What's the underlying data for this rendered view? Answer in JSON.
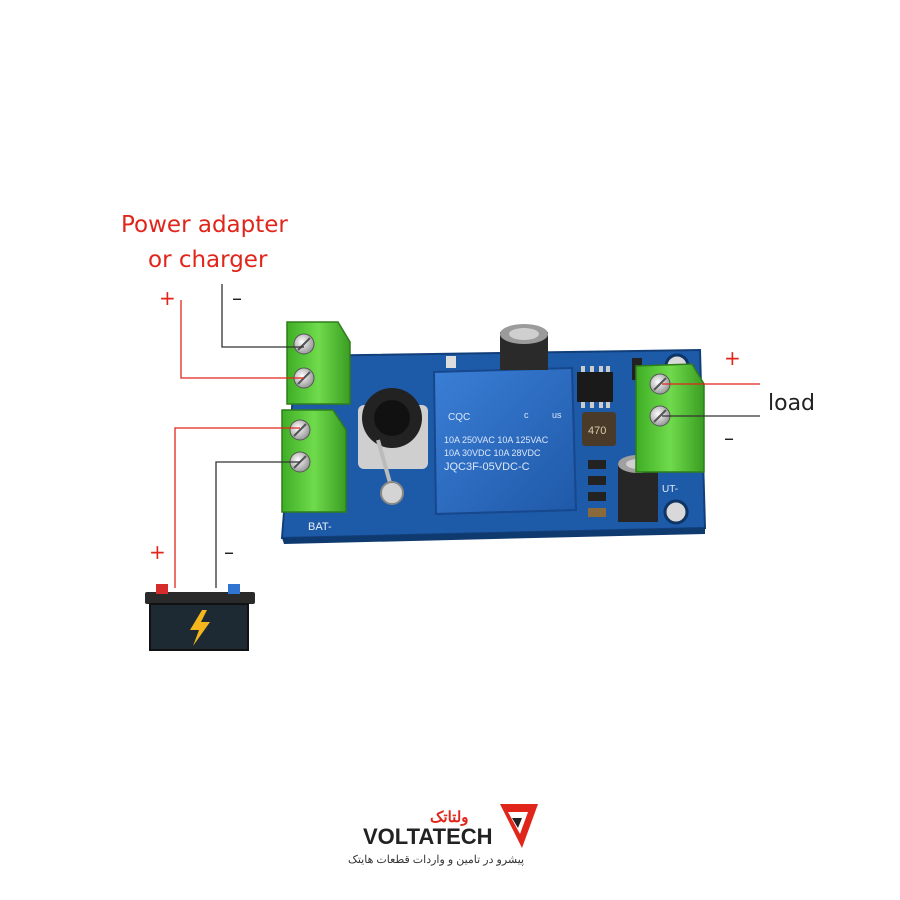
{
  "labels": {
    "power_line1": "Power adapter",
    "power_line2": "or charger",
    "power_plus": "+",
    "power_minus": "–",
    "load": "load",
    "load_plus": "+",
    "load_minus": "–",
    "battery_plus": "+",
    "battery_minus": "–"
  },
  "board": {
    "bat_label": "BAT-",
    "out_label": "UT-",
    "relay_line1": "10A 250VAC 10A 125VAC",
    "relay_line2": "10A  30VDC  10A  28VDC",
    "relay_model": "JQC3F-05VDC-C",
    "relay_cert1": "CQC",
    "relay_cert2": "c",
    "relay_cert3": "us",
    "inductor_mark": "470"
  },
  "brand": {
    "name": "VOLTATECH",
    "persian_name": "ولتاتک",
    "tagline": "پیشرو در تامین و واردات قطعات هایتک"
  },
  "colors": {
    "wire_red": "#e0261b",
    "wire_dark": "#333333",
    "pcb_blue": "#1d5aa8",
    "terminal_green": "#58c73a",
    "relay_blue": "#2f6fc4",
    "brand_red": "#e0261b"
  }
}
